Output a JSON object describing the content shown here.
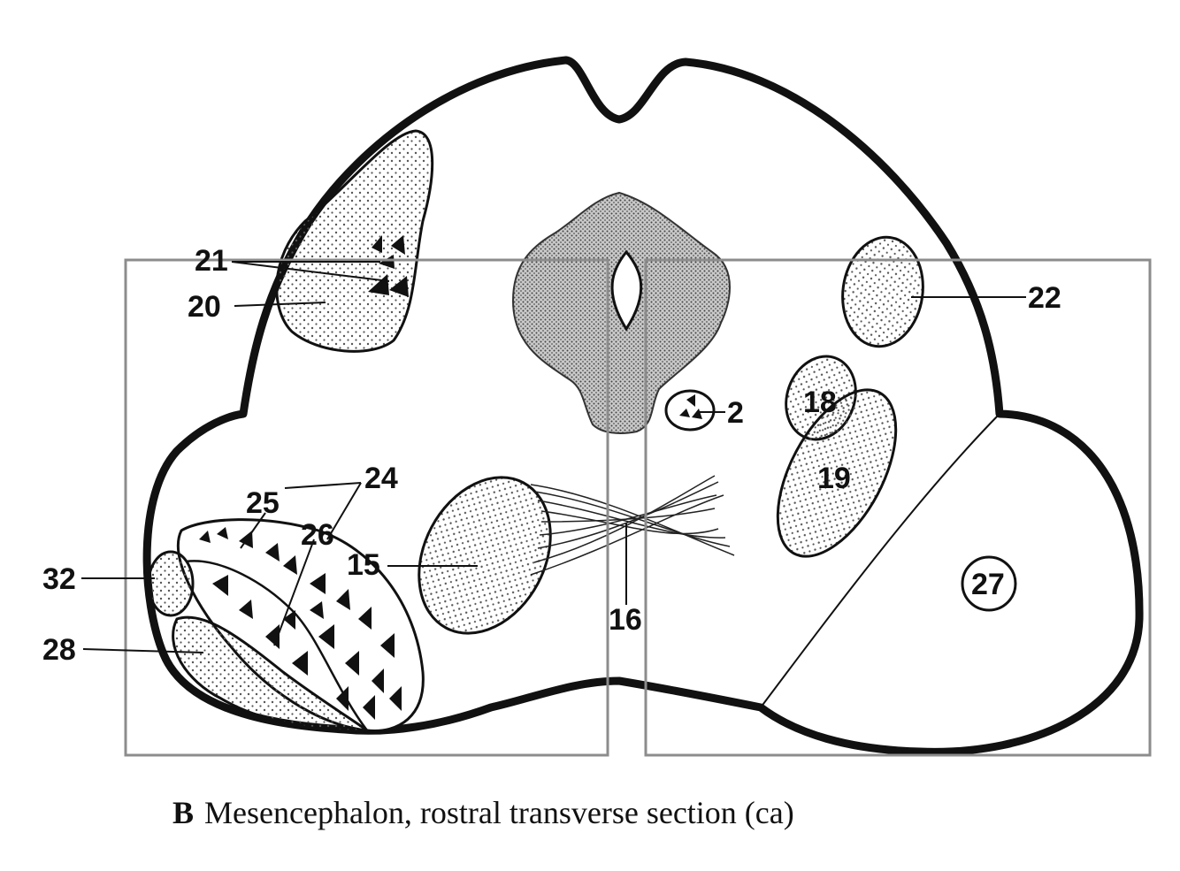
{
  "labels": {
    "n21": "21",
    "n20": "20",
    "n22": "22",
    "n2": "2",
    "n18": "18",
    "n19": "19",
    "n24": "24",
    "n25": "25",
    "n26": "26",
    "n15": "15",
    "n16": "16",
    "n32": "32",
    "n28": "28",
    "n27": "27"
  },
  "caption": {
    "letter": "B",
    "text": "Mesencephalon, rostral transverse section (ca)"
  },
  "colors": {
    "outline": "#111111",
    "box": "#8c8c8c",
    "stipple": "#6a6a6a",
    "gray_matter": "#a9a9a9"
  }
}
